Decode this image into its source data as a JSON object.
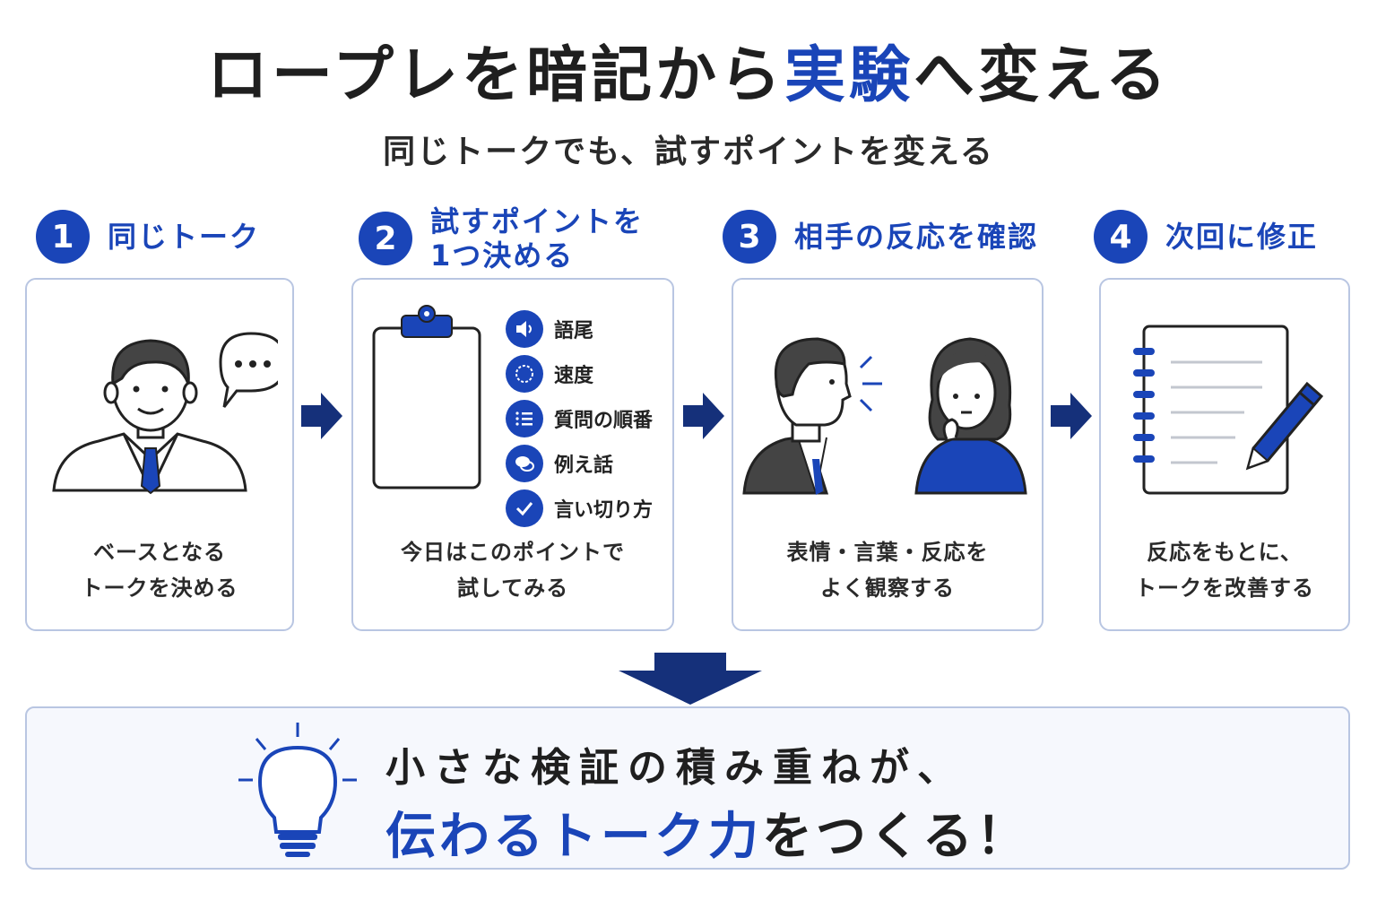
{
  "header": {
    "title_pre": "ロープレを暗記から",
    "title_accent": "実験",
    "title_post": "へ変える",
    "subtitle": "同じトークでも、試すポイントを変える"
  },
  "steps": [
    {
      "number": "1",
      "label": "同じトーク",
      "description": "ベースとなる\nトークを決める"
    },
    {
      "number": "2",
      "label": "試すポイントを\n1つ決める",
      "description": "今日はこのポイントで\n試してみる"
    },
    {
      "number": "3",
      "label": "相手の反応を確認",
      "description": "表情・言葉・反応を\nよく観察する"
    },
    {
      "number": "4",
      "label": "次回に修正",
      "description": "反応をもとに、\nトークを改善する"
    }
  ],
  "test_points": [
    {
      "label": "語尾",
      "icon": "speaker-icon"
    },
    {
      "label": "速度",
      "icon": "speed-dial-icon"
    },
    {
      "label": "質問の順番",
      "icon": "numbered-list-icon"
    },
    {
      "label": "例え話",
      "icon": "chat-bubbles-icon"
    },
    {
      "label": "言い切り方",
      "icon": "check-icon"
    }
  ],
  "conclusion": {
    "line1": "小さな検証の積み重ねが、",
    "line2_accent": "伝わるトーク力",
    "line2_post": "をつくる！"
  },
  "colors": {
    "accent": "#1a45b8",
    "dark_arrow": "#15307a",
    "border": "#b9c6e2"
  }
}
